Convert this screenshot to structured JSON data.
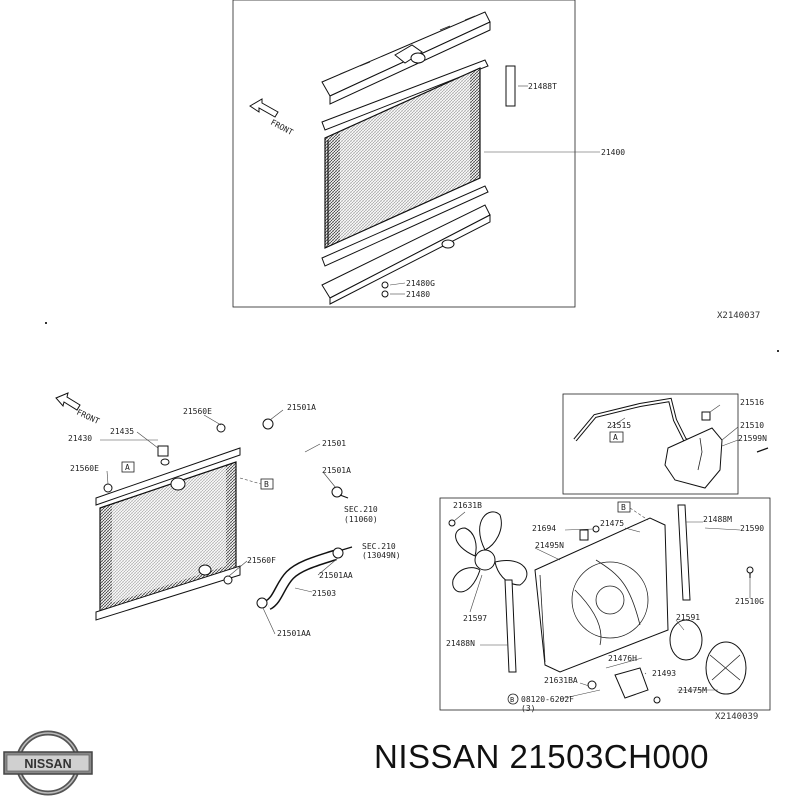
{
  "brand_text": "NISSAN 21503CH000",
  "logo_text": "NISSAN",
  "panel_top": {
    "ref": "X2140037",
    "front": "FRONT",
    "labels": {
      "p21488T": "21488T",
      "p21400": "21400",
      "p21480G": "21480G",
      "p21480": "21480"
    }
  },
  "panel_left": {
    "front": "FRONT",
    "labels": {
      "p21560E_a": "21560E",
      "p21435": "21435",
      "p21430": "21430",
      "p21560E_b": "21560E",
      "p21501A_a": "21501A",
      "p21501": "21501",
      "p21501A_b": "21501A",
      "sec1": "SEC.210",
      "sec1b": "(11060)",
      "sec2": "SEC.210",
      "sec2b": "(13049N)",
      "p21560F": "21560F",
      "p21501AA_a": "21501AA",
      "p21503": "21503",
      "p21501AA_b": "21501AA",
      "markA": "A",
      "markB": "B"
    }
  },
  "panel_right": {
    "ref": "X2140039",
    "labels": {
      "p21516": "21516",
      "p21510": "21510",
      "p21599N": "21599N",
      "p21515": "21515",
      "markA": "A",
      "markB": "B",
      "p21631B": "21631B",
      "p21694": "21694",
      "p21475": "21475",
      "p21488M": "21488M",
      "p21590": "21590",
      "p21495N": "21495N",
      "p21597": "21597",
      "p21510G": "21510G",
      "p21591": "21591",
      "p21488N": "21488N",
      "p21476H": "21476H",
      "p21631BA": "21631BA",
      "p21493": "21493",
      "p21475M": "21475M",
      "bolt": "08120-6202F",
      "boltq": "(3)"
    }
  }
}
